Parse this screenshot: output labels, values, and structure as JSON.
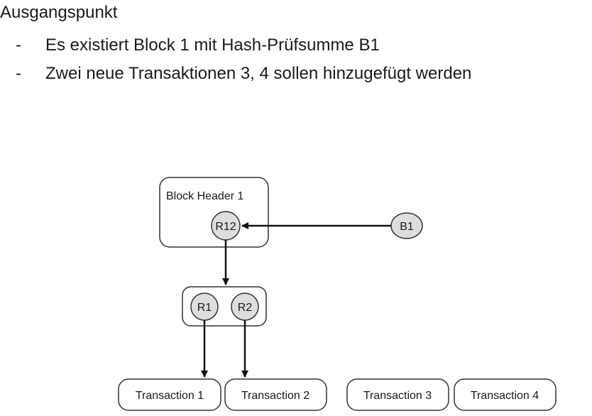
{
  "heading": "Ausgangspunkt",
  "bullets": [
    {
      "dash": "-",
      "text": "Es existiert Block 1 mit Hash-Prüfsumme B1"
    },
    {
      "dash": "-",
      "text": "Zwei neue Transaktionen 3, 4 sollen hinzugefügt werden"
    }
  ],
  "diagram": {
    "block_header_label": "Block Header 1",
    "nodes": {
      "r12": "R12",
      "b1": "B1",
      "r1": "R1",
      "r2": "R2"
    },
    "transactions": [
      "Transaction 1",
      "Transaction 2",
      "Transaction 3",
      "Transaction 4"
    ]
  }
}
